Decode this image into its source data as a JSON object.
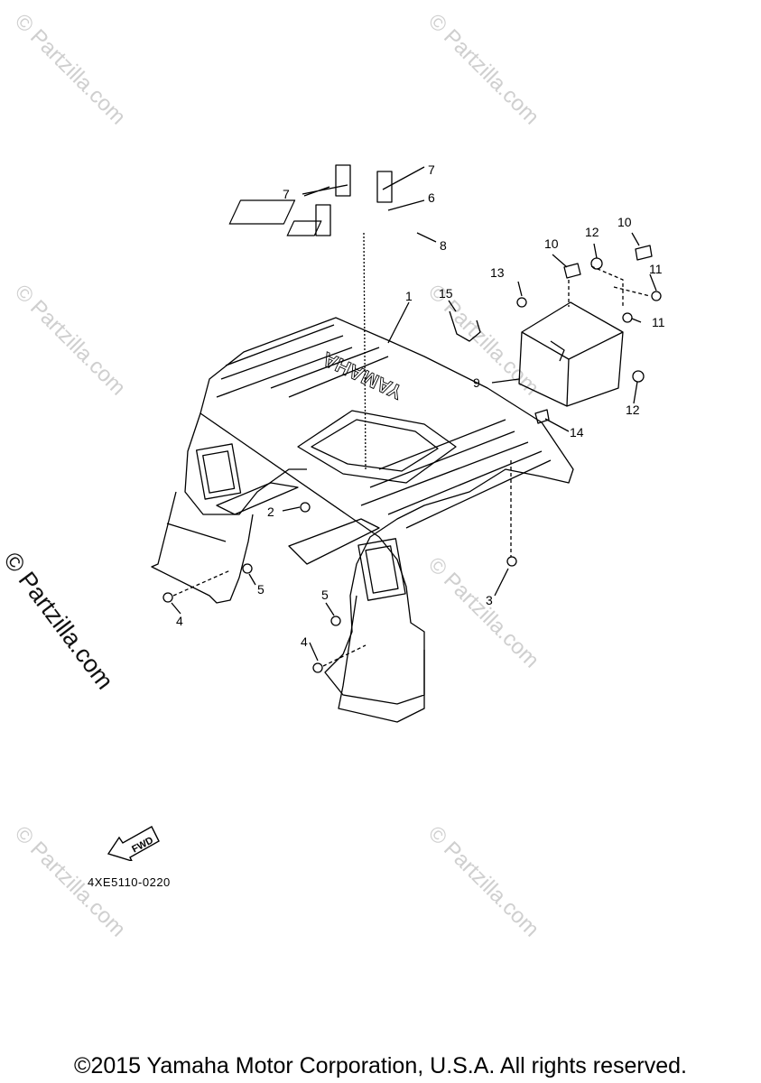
{
  "watermark": "© Partzilla.com",
  "diagram_code": "4XE5110-0220",
  "fwd_label": "FWD",
  "brand_on_fender": "YAMAHA",
  "copyright": "©2015 Yamaha Motor Corporation, U.S.A. All rights reserved.",
  "callouts": [
    "1",
    "2",
    "3",
    "4",
    "4",
    "5",
    "5",
    "6",
    "7",
    "7",
    "8",
    "9",
    "10",
    "10",
    "11",
    "11",
    "12",
    "12",
    "13",
    "14",
    "15"
  ]
}
